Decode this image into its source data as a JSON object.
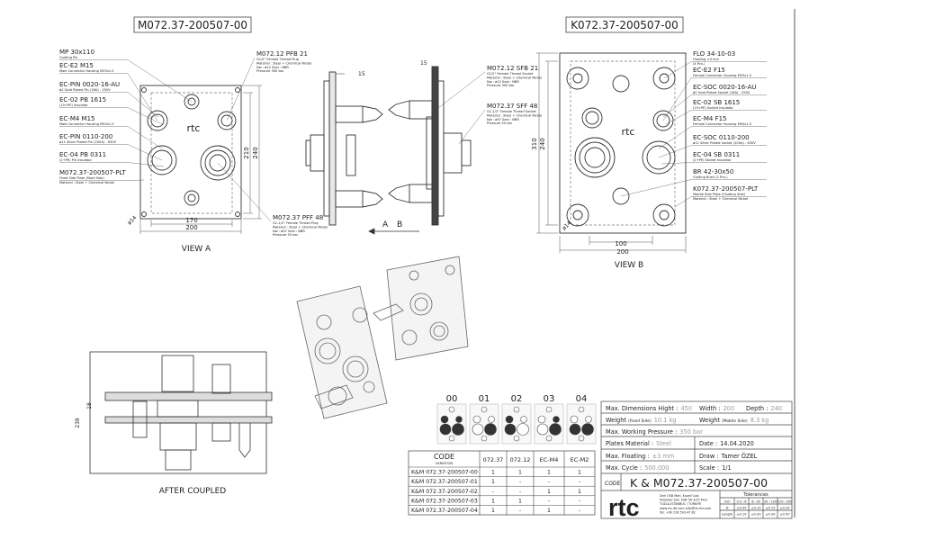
{
  "drawing": {
    "title_left": "M072.37-200507-00",
    "title_right": "K072.37-200507-00",
    "view_a": "VIEW A",
    "view_b": "VIEW B",
    "after_coupled": "AFTER COUPLED",
    "section_a": "A",
    "section_b": "B"
  },
  "left_callouts": [
    {
      "code": "MP 30x110",
      "desc": "Guiding Pin"
    },
    {
      "code": "EC-E2 M15",
      "desc": "Male Connector Housing M25x1.5"
    },
    {
      "code": "EC-PIN 0020-16-AU",
      "desc": "ø2 Gold Plated Pin (16A) - 250V"
    },
    {
      "code": "EC-02 PB 1615",
      "desc": "(15+PE) Insulator"
    },
    {
      "code": "EC-M4 M15",
      "desc": "Male Connector Housing M50x1.5"
    },
    {
      "code": "EC-PIN 0110-200",
      "desc": "ø11 Silver Plated Pin (200A) - 630V"
    },
    {
      "code": "EC-04 PB 0311",
      "desc": "(2+PE) Pin Insulator"
    },
    {
      "code": "M072.37-200507-PLT",
      "desc": "Fixed Side Plate (Mold Side)",
      "desc2": "Material : Steel + Chemical Nickel"
    }
  ],
  "mid_callouts": [
    {
      "code": "M072.12 PFB 21",
      "lines": [
        "G1/2\" Female Thread Plug",
        "Material : Steel + Chemical Nickel",
        "Nw : ø12    Seal : NBR",
        "Pressure 350 bar"
      ]
    },
    {
      "code": "M072.37 PFF 48",
      "lines": [
        "G1-1/2\" Female Thread Plug",
        "Material : Steel + Chemical Nickel",
        "Nw : ø37    Seal : NBR",
        "Pressure 50 bar"
      ]
    },
    {
      "code": "M072.12 SFB 21",
      "lines": [
        "G1/2\" Female Thread Socket",
        "Material : Steel + Chemical Nickel",
        "Nw : ø12    Seal : NBR",
        "Pressure 350 bar"
      ]
    },
    {
      "code": "M072.37 SFF 48",
      "lines": [
        "G1-1/2\" Female Thread Socket",
        "Material : Steel + Chemical Nickel",
        "Nw : ø37    Seal : NBR",
        "Pressure 50 bar"
      ]
    }
  ],
  "right_callouts": [
    {
      "code": "FLO 34-10-03",
      "desc": "Floating ±3 mm",
      "desc2": "(4 Pcs.)"
    },
    {
      "code": "EC-E2 F15",
      "desc": "Female Connector Housing M25x1.5"
    },
    {
      "code": "EC-SOC 0020-16-AU",
      "desc": "ø2 Gold Plated Socket (16A) - 250V"
    },
    {
      "code": "EC-02 SB 1615",
      "desc": "(15+PE) Socket Insulator"
    },
    {
      "code": "EC-M4 F15",
      "desc": "Female Connector Housing M50x1.5"
    },
    {
      "code": "EC-SOC 0110-200",
      "desc": "ø11 Silver Plated Socket (200A) - 630V"
    },
    {
      "code": "EC-04 SB 0311",
      "desc": "(2+PE) Socket Insulator"
    },
    {
      "code": "BR 42-30x50",
      "desc": "Guiding Bush (2 Pcs.)"
    },
    {
      "code": "K072.37-200507-PLT",
      "desc": "Mobile Side Plate (Floating Side)",
      "desc2": "Material : Steel + Chemical Nickel"
    }
  ],
  "dimensions": {
    "a_width_inner": "170",
    "a_width_outer": "200",
    "a_height_inner": "210",
    "a_height_outer": "240",
    "a_hole": "ø14",
    "b_width_inner": "100",
    "b_width_outer": "200",
    "b_height_inner": "310",
    "b_height_outer": "240",
    "b_hole": "ø14",
    "side_15a": "15",
    "side_15b": "15",
    "coupled_height": "239",
    "coupled_18": "18"
  },
  "variations": {
    "labels": [
      "00",
      "01",
      "02",
      "03",
      "04"
    ],
    "header_code": "CODE",
    "header_code_sub": "VARIATION",
    "columns": [
      "072.37",
      "072.12",
      "EC-M4",
      "EC-M2"
    ],
    "rows": [
      {
        "code": "K&M 072.37-200507-00",
        "cells": [
          "1",
          "1",
          "1",
          "1"
        ]
      },
      {
        "code": "K&M 072.37-200507-01",
        "cells": [
          "1",
          "-",
          "-",
          "-"
        ]
      },
      {
        "code": "K&M 072.37-200507-02",
        "cells": [
          "-",
          "-",
          "1",
          "1"
        ]
      },
      {
        "code": "K&M 072.37-200507-03",
        "cells": [
          "1",
          "1",
          "-",
          "-"
        ]
      },
      {
        "code": "K&M 072.37-200507-04",
        "cells": [
          "1",
          "-",
          "1",
          "-"
        ]
      }
    ]
  },
  "title_block": {
    "max_dim_label": "Max. Dimensions Hight :",
    "max_dim_value": "450",
    "width_label": "Width :",
    "width_value": "200",
    "depth_label": "Depth :",
    "depth_value": "240",
    "weight_fixed_label": "Weight",
    "weight_fixed_sub": "(Fixed Side)",
    "weight_fixed_value": "10.1 kg",
    "weight_mobile_label": "Weight",
    "weight_mobile_sub": "(Mobile Side)",
    "weight_mobile_value": "8.3 kg",
    "pressure_label": "Max. Working Pressure :",
    "pressure_value": "350 bar",
    "plates_label": "Plates Material :",
    "plates_value": "Steel",
    "date_label": "Date :",
    "date_value": "14.04.2020",
    "floating_label": "Max. Floating :",
    "floating_value": "±3 mm",
    "draw_label": "Draw :",
    "draw_value": "Tamer ÖZEL",
    "cycle_label": "Max. Cycle :",
    "cycle_value": "500.000",
    "scale_label": "Scale :",
    "scale_value": "1/1",
    "code_label": "CODE",
    "code_value": "K & M072.37-200507-00",
    "logo": "rtc",
    "address": [
      "Deri OSB Mah. Kuzeli Cad.",
      "Aslanbal Sok. ESB 5A 3/15 Mx3",
      "TUZLA-İSTANBUL / TÜRKİYE",
      "www.rtc-ltd.com  info@rtc-ltd.com",
      "Tel: +90 216 593 47 82"
    ],
    "tol_title": "Tolerances",
    "tol_head": [
      "mm",
      "0.5~6",
      "6~30",
      "30~120",
      "120~300"
    ],
    "tol_rows": [
      [
        "Ø",
        "±0.05",
        "±0.10",
        "±0.15",
        "±0.20"
      ],
      [
        "Length",
        "±0.10",
        "±0.20",
        "±0.30",
        "±0.50"
      ]
    ]
  },
  "colors": {
    "line": "#333333",
    "faint": "#8a8a8a",
    "accent": "#1e73be"
  }
}
